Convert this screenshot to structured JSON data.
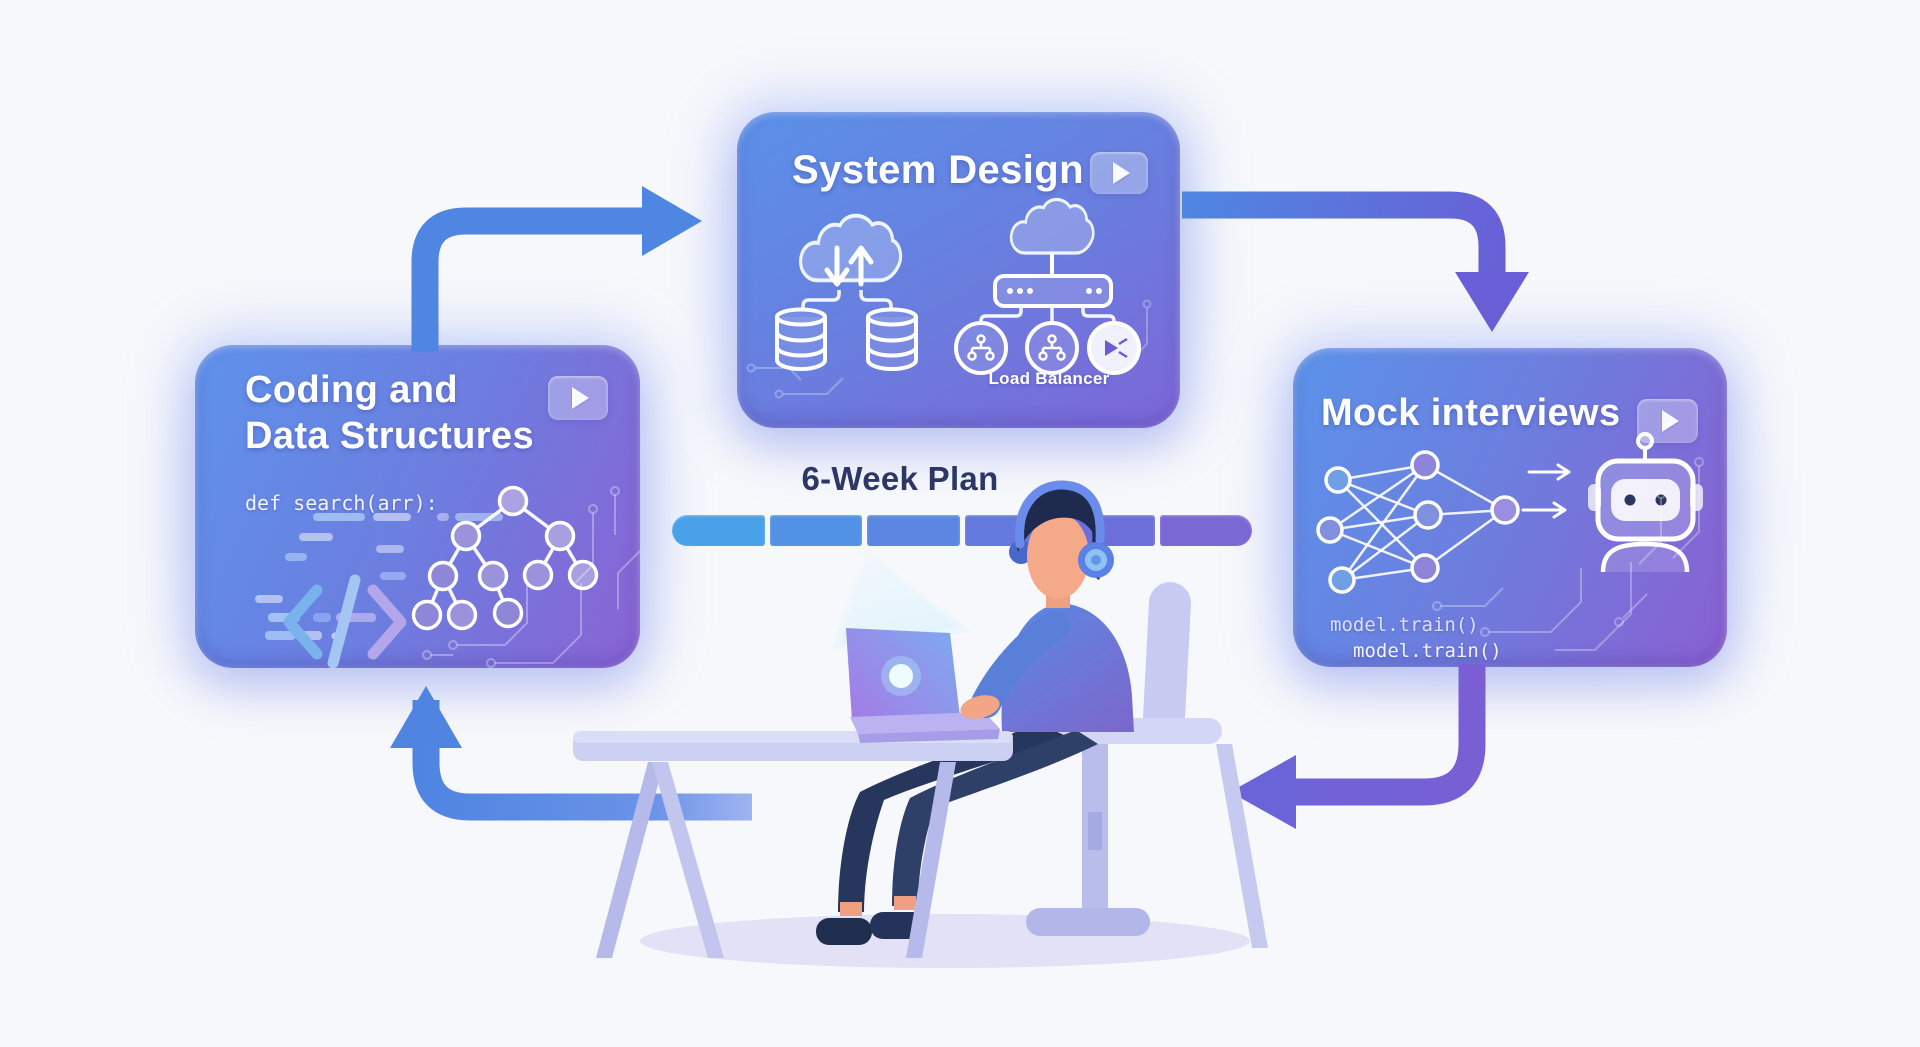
{
  "meta": {
    "description": "Interview preparation 6-week plan illustration with three video-lesson cards connected by arrows around a person studying on a laptop"
  },
  "colors": {
    "background": "#f7f8fb",
    "card_blue": "#5e92ea",
    "card_purple": "#8a63d4",
    "arrow_blue": "#4f86e2",
    "arrow_purple": "#6a5ed6",
    "plan_text": "#2c3766",
    "skin": "#f4a988",
    "hair": "#1e2b4e",
    "pants": "#2a3a60",
    "furniture": "#ccd0f2"
  },
  "cards": {
    "coding": {
      "title_line1": "Coding and",
      "title_line2": "Data Structures",
      "code_snippet": "def search(arr):",
      "play_icon": "play-icon",
      "illustrations": [
        "code-brackets-icon",
        "binary-tree-icon",
        "circuit-traces"
      ]
    },
    "system_design": {
      "title": "System Design",
      "load_balancer_label": "Load Balancer",
      "play_icon": "play-icon",
      "illustrations": [
        "cloud-sync-icon",
        "database-icons",
        "load-balancer-icon",
        "server-node-icons",
        "circuit-traces"
      ]
    },
    "mock_interviews": {
      "title": "Mock interviews",
      "code_line1": "model.train()",
      "code_line2": "model.train()",
      "play_icon": "play-icon",
      "illustrations": [
        "neural-network-icon",
        "robot-icon",
        "circuit-traces"
      ]
    }
  },
  "plan": {
    "label": "6-Week Plan",
    "segment_count": 6,
    "segment_colors": [
      "#49a2e9",
      "#5292e5",
      "#5b86e1",
      "#6379dd",
      "#6c6fd9",
      "#7a68d5"
    ]
  },
  "flow": {
    "arrows": [
      {
        "name": "arrow-coding-to-system",
        "direction": "up-then-right",
        "color": "#4f86e2"
      },
      {
        "name": "arrow-system-to-mock",
        "direction": "right-then-down",
        "color": "#6a5ed6"
      },
      {
        "name": "arrow-mock-to-center",
        "direction": "down-then-left",
        "color": "#7160d5"
      },
      {
        "name": "arrow-center-to-coding",
        "direction": "left-then-up",
        "color": "#4f85e1"
      }
    ]
  }
}
